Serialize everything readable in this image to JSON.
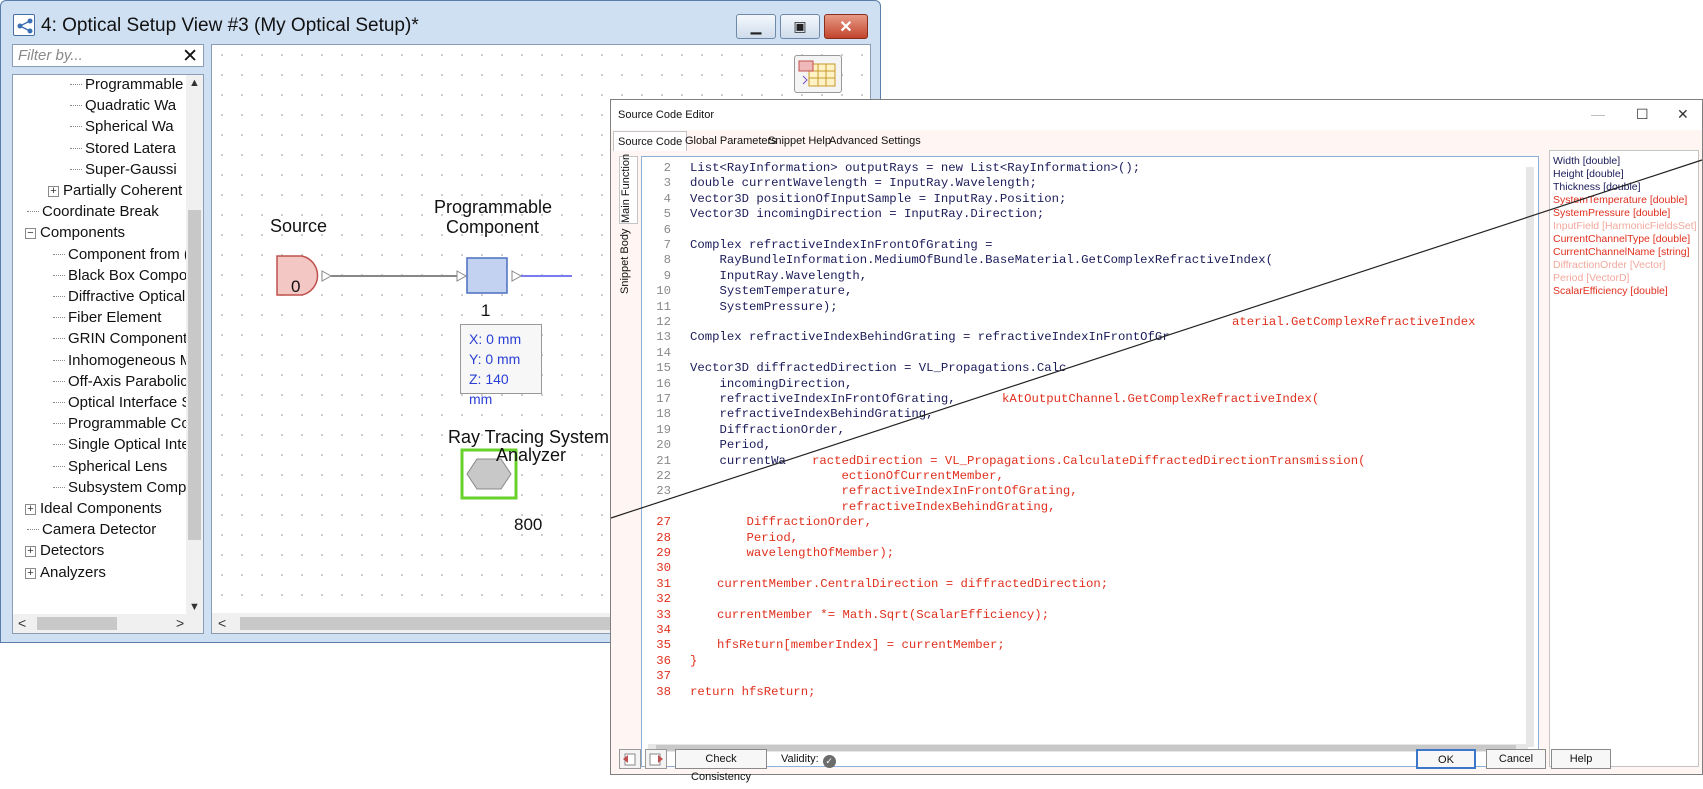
{
  "setup_window": {
    "title": "4: Optical Setup View #3 (My Optical Setup)*",
    "minimize": "▁",
    "maximize": "▣",
    "close": "✕",
    "filter": {
      "placeholder": "Filter by...",
      "clear": "✕"
    },
    "tree": [
      {
        "label": "Programmable"
      },
      {
        "label": "Quadratic Wa"
      },
      {
        "label": "Spherical Wa"
      },
      {
        "label": "Stored Latera"
      },
      {
        "label": "Super-Gaussi"
      },
      {
        "label": "Partially Coherent",
        "expander": "+"
      },
      {
        "label": "Coordinate Break"
      },
      {
        "label": "Components",
        "expander": "−"
      },
      {
        "label": "Component from ("
      },
      {
        "label": "Black Box Compo"
      },
      {
        "label": "Diffractive Optical"
      },
      {
        "label": "Fiber Element"
      },
      {
        "label": "GRIN Component"
      },
      {
        "label": "Inhomogeneous M"
      },
      {
        "label": "Off-Axis Parabolic"
      },
      {
        "label": "Optical Interface S"
      },
      {
        "label": "Programmable Co"
      },
      {
        "label": "Single Optical Inte"
      },
      {
        "label": "Spherical Lens"
      },
      {
        "label": "Subsystem Compo"
      },
      {
        "label": "Ideal Components",
        "expander": "+"
      },
      {
        "label": "Camera Detector"
      },
      {
        "label": "Detectors",
        "expander": "+"
      },
      {
        "label": "Analyzers",
        "expander": "+"
      }
    ],
    "scroll": {
      "up": "▲",
      "down": "▼",
      "left": "<",
      "right": ">"
    },
    "canvas": {
      "source": {
        "label": "Source",
        "index": "0"
      },
      "programmable": {
        "label1": "Programmable",
        "label2": "Component",
        "index": "1"
      },
      "position": {
        "x": "X: 0 mm",
        "y": "Y: 0 mm",
        "z": "Z: 140 mm"
      },
      "analyzer": {
        "label1": "Ray Tracing System",
        "label2": "Analyzer",
        "index": "800"
      }
    }
  },
  "editor": {
    "title": "Source Code Editor",
    "controls": {
      "minimize": "—",
      "maximize": "☐",
      "close": "✕"
    },
    "tabs": [
      "Source Code",
      "Global Parameters",
      "Snippet Help",
      "Advanced Settings"
    ],
    "vertical_tabs": [
      "Main Function",
      "Snippet Body"
    ],
    "code": [
      {
        "no": "2",
        "text": "List<RayInformation> outputRays = new List<RayInformation>();"
      },
      {
        "no": "3",
        "text": "double currentWavelength = InputRay.Wavelength;"
      },
      {
        "no": "4",
        "text": "Vector3D positionOfInputSample = InputRay.Position;"
      },
      {
        "no": "5",
        "text": "Vector3D incomingDirection = InputRay.Direction;"
      },
      {
        "no": "6",
        "text": ""
      },
      {
        "no": "7",
        "text": "Complex refractiveIndexInFrontOfGrating ="
      },
      {
        "no": "8",
        "text": "    RayBundleInformation.MediumOfBundle.BaseMaterial.GetComplexRefractiveIndex("
      },
      {
        "no": "9",
        "text": "    InputRay.Wavelength,"
      },
      {
        "no": "10",
        "text": "    SystemTemperature,"
      },
      {
        "no": "11",
        "text": "    SystemPressure);"
      },
      {
        "no": "12",
        "text": ""
      },
      {
        "no": "13",
        "text": "Complex refractiveIndexBehindGrating = refractiveIndexInFrontOfGr"
      },
      {
        "no": "14",
        "text": ""
      },
      {
        "no": "15",
        "text": "Vector3D diffractedDirection = VL_Propagations.Calc"
      },
      {
        "no": "16",
        "text": "    incomingDirection,"
      },
      {
        "no": "17",
        "text": "    refractiveIndexInFrontOfGrating,"
      },
      {
        "no": "18",
        "text": "    refractiveIndexBehindGrating,"
      },
      {
        "no": "19",
        "text": "    DiffractionOrder,"
      },
      {
        "no": "20",
        "text": "    Period,"
      },
      {
        "no": "21",
        "text": "    currentWa"
      },
      {
        "no": "22",
        "text": ""
      },
      {
        "no": "23",
        "text": ""
      }
    ],
    "code_right": [
      {
        "no": "",
        "text": "aterial.GetComplexRefractiveIndex",
        "line": 10
      },
      {
        "no": "",
        "text": "kAtOutputChannel.GetComplexRefractiveIndex(",
        "line": 15
      },
      {
        "no": "",
        "text": "ractedDirection = VL_Propagations.CalculateDiffractedDirectionTransmission(",
        "line": 19
      },
      {
        "no": "",
        "text": "    ectionOfCurrentMember,",
        "line": 20
      },
      {
        "no": "",
        "text": "    refractiveIndexInFrontOfGrating,",
        "line": 21
      },
      {
        "no": "",
        "text": "    refractiveIndexBehindGrating,",
        "line": 22
      },
      {
        "no": "27",
        "text": "    DiffractionOrder,",
        "line": 23
      },
      {
        "no": "28",
        "text": "    Period,",
        "line": 24
      },
      {
        "no": "29",
        "text": "    wavelengthOfMember);",
        "line": 25
      },
      {
        "no": "30",
        "text": "",
        "line": 26
      },
      {
        "no": "31",
        "text": "currentMember.CentralDirection = diffractedDirection;",
        "line": 27
      },
      {
        "no": "32",
        "text": "",
        "line": 28
      },
      {
        "no": "33",
        "text": "currentMember *= Math.Sqrt(ScalarEfficiency);",
        "line": 29
      },
      {
        "no": "34",
        "text": "",
        "line": 30
      },
      {
        "no": "35",
        "text": "hfsReturn[memberIndex] = currentMember;",
        "line": 31
      },
      {
        "no": "36",
        "text": "}",
        "line": 32
      },
      {
        "no": "37",
        "text": "",
        "line": 33
      },
      {
        "no": "38",
        "text": "return hfsReturn;",
        "line": 34
      }
    ],
    "parameters": [
      {
        "text": "Width [double]",
        "dim": false
      },
      {
        "text": "Height [double]",
        "dim": false
      },
      {
        "text": "Thickness [double]",
        "dim": false
      },
      {
        "text": "SystemTemperature [double]",
        "dim": false
      },
      {
        "text": "SystemPressure [double]",
        "dim": false
      },
      {
        "text": "InputField [HarmonicFieldsSet]",
        "dim": true
      },
      {
        "text": "CurrentChannelType [double]",
        "dim": false
      },
      {
        "text": "CurrentChannelName [string]",
        "dim": false
      },
      {
        "text": "DiffractionOrder [Vector]",
        "dim": true
      },
      {
        "text": "Period [VectorD]",
        "dim": true
      },
      {
        "text": "ScalarEfficiency [double]",
        "dim": false
      }
    ],
    "buttons": {
      "check": "Check Consistency",
      "validity": "Validity:",
      "ok": "OK",
      "cancel": "Cancel",
      "help": "Help"
    },
    "colors": {
      "highlight_text": "#e0301e",
      "highlight_bg": "#fff4f1"
    }
  }
}
